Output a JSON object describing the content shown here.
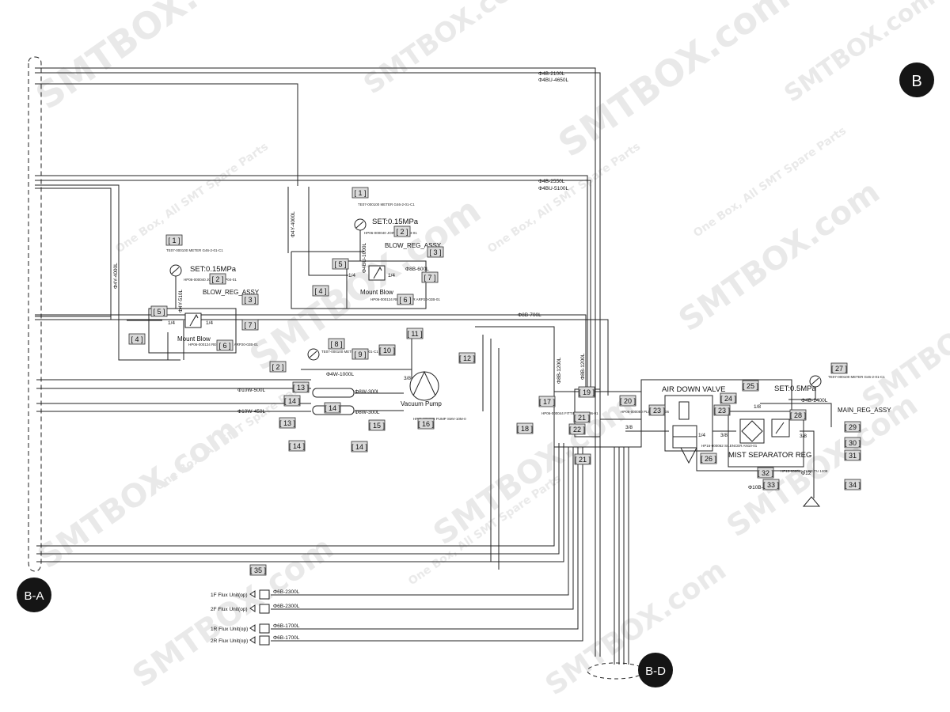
{
  "watermark": {
    "main": "SMTBOX.com",
    "sub": "One Box, All SMT Spare Parts"
  },
  "connectors": {
    "b": "B",
    "ba": "B-A",
    "bd": "B-D"
  },
  "hose": {
    "h1": "Φ4B-2100L",
    "h2": "Φ4BU-4650L",
    "h3": "Φ4B-2550L",
    "h4": "Φ4BU-5100L",
    "h5": "Φ4Y-4000L",
    "h6": "Φ4Y-4000L",
    "h7": "Φ4BU-1000L",
    "h8": "Φ8B-600L",
    "h9": "Φ4Y-510L",
    "h10": "Φ8B-700L",
    "h11": "Φ4W-1000L",
    "h12": "Φ10W-500L",
    "h13": "Φ10W-450L",
    "h14": "Φ8W-300L",
    "h15": "Φ8W-300L",
    "h16": "Φ8B-1200L",
    "h17": "Φ8B-1200L",
    "h18": "Φ4B-1400L",
    "h19": "Φ10B-200L",
    "h20": "Φ6B-2300L",
    "h21": "Φ6B-2300L",
    "h22": "Φ6B-1700L",
    "h23": "Φ6B-1700L",
    "h24": "Φ12"
  },
  "labels": {
    "set1": "SET:0.15MPa",
    "set2": "SET:0.15MPa",
    "set3": "SET:0.5MPa",
    "blow1": "BLOW_REG_ASSY",
    "blow2": "BLOW_REG_ASSY",
    "mount1": "Mount Blow",
    "mount2": "Mount Blow",
    "pump": "Vacuum  Pump",
    "airdown": "AIR DOWN VALVE",
    "mist": "MIST SEPARATOR REG",
    "mainreg": "MAIN_REG_ASSY",
    "quarter": "1/4",
    "eighth": "1/8",
    "threeeighth": "3/8"
  },
  "flux": [
    "1F Flux Unit(op)",
    "2F Flux Unit(op)",
    "1R Flux Unit(op)",
    "2R Flux Unit(op)"
  ],
  "parts": [
    "1",
    "2",
    "3",
    "4",
    "5",
    "6",
    "7",
    "1",
    "2",
    "3",
    "4",
    "5",
    "6",
    "7",
    "8",
    "9",
    "10",
    "11",
    "12",
    "13",
    "14",
    "15",
    "16",
    "17",
    "18",
    "19",
    "20",
    "21",
    "22",
    "21",
    "23",
    "23",
    "24",
    "25",
    "26",
    "27",
    "28",
    "29",
    "30",
    "31",
    "32",
    "33",
    "34",
    "35",
    "2",
    "14",
    "14",
    "13",
    "14"
  ],
  "tiny": {
    "meter": "TE07-000100 METER G46-2-01-C1",
    "joint": "HP06-000040 JOINT KQ2P04-01",
    "regulator": "HP06-000124 REGULATOR ARP20-02B-01",
    "fitting": "HP06-000044 FITTING KQ2H06-01",
    "pump": "HP11-000038 PUMP SMV-10M-0",
    "silencer": "HP16-000062 SILENCER AN10-01",
    "plug": "HP06-000080 PLUG KQ2P-06",
    "tube": "HP13-000065 TUBE TU 1208"
  }
}
